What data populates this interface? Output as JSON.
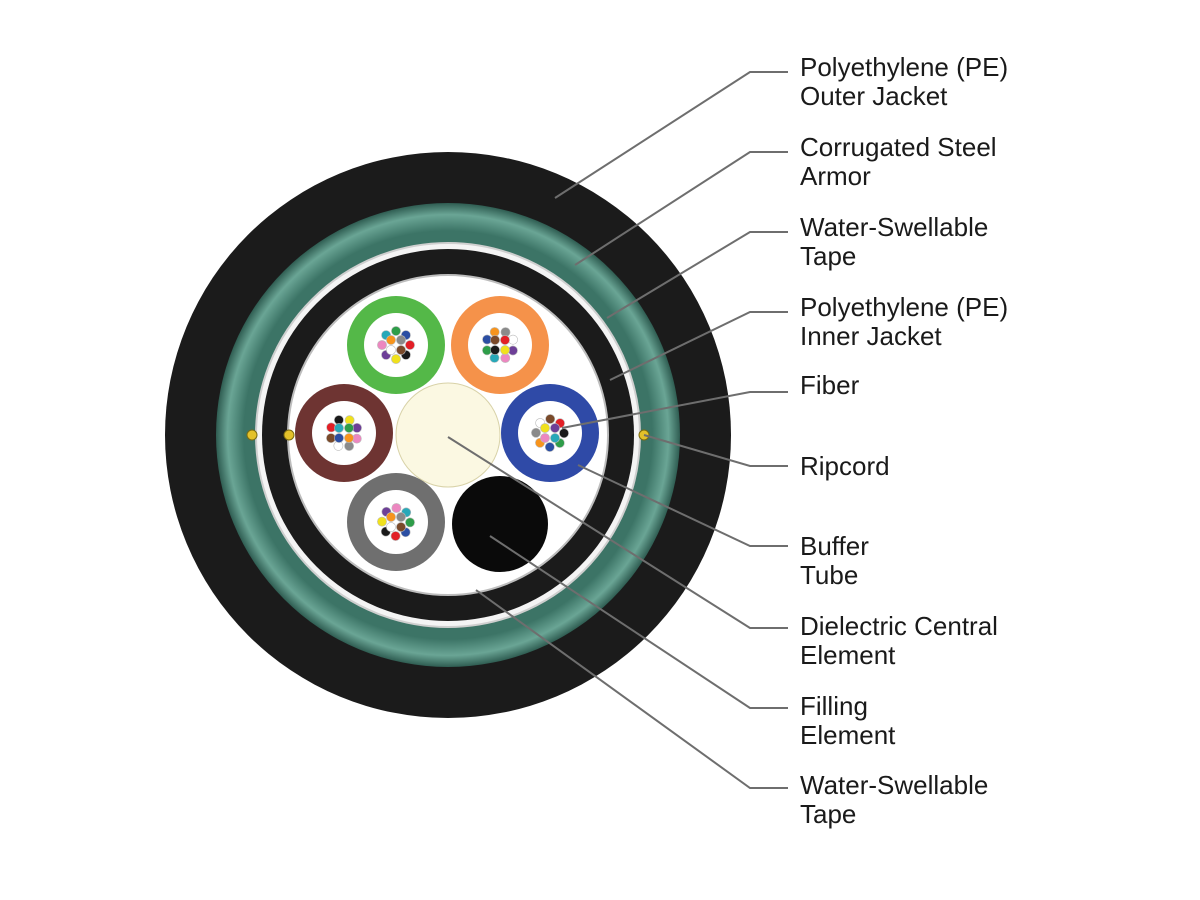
{
  "labels": [
    {
      "id": "pe-outer-jacket",
      "lines": [
        "Polyethylene (PE)",
        "Outer Jacket"
      ]
    },
    {
      "id": "corrugated-steel-armor",
      "lines": [
        "Corrugated Steel",
        "Armor"
      ]
    },
    {
      "id": "water-swellable-tape-outer",
      "lines": [
        "Water-Swellable",
        "Tape"
      ]
    },
    {
      "id": "pe-inner-jacket",
      "lines": [
        "Polyethylene (PE)",
        "Inner Jacket"
      ]
    },
    {
      "id": "fiber",
      "lines": [
        "Fiber"
      ]
    },
    {
      "id": "ripcord",
      "lines": [
        "Ripcord"
      ]
    },
    {
      "id": "buffer-tube",
      "lines": [
        "Buffer",
        "Tube"
      ]
    },
    {
      "id": "dielectric-central-element",
      "lines": [
        "Dielectric Central",
        "Element"
      ]
    },
    {
      "id": "filling-element",
      "lines": [
        "Filling",
        "Element"
      ]
    },
    {
      "id": "water-swellable-tape-inner",
      "lines": [
        "Water-Swellable",
        "Tape"
      ]
    }
  ],
  "colors": {
    "outer_jacket": "#1b1b1b",
    "armor": "#3f7a6c",
    "inner_jacket": "#1b1b1b",
    "central_element": "#fbf8e2",
    "filling_element": "#0a0a0a",
    "leader_line": "#6e6e6e",
    "buffer_tubes": [
      "#54b848",
      "#f5924a",
      "#2f4aa7",
      "#6e3432",
      "#6f6f6f"
    ]
  },
  "fiber_colors": [
    "#e21f26",
    "#1a1a1a",
    "#f0e11d",
    "#6d3f97",
    "#ec87c0",
    "#28a8b8",
    "#2e9d49",
    "#2b4ea3",
    "#f7941d",
    "#8a8a8a",
    "#ffffff",
    "#7a4a2a"
  ]
}
